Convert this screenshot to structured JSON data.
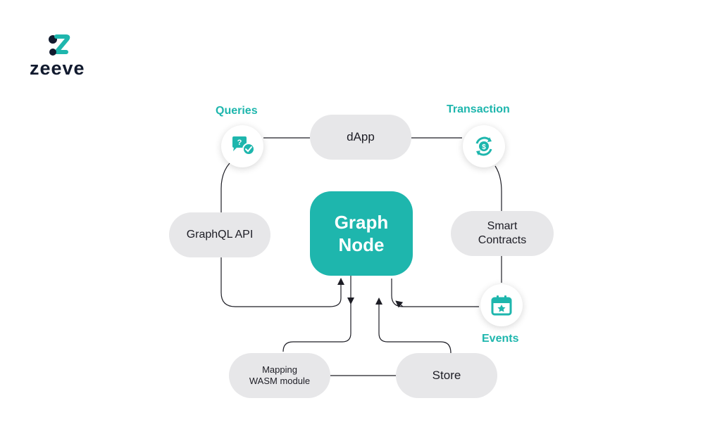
{
  "brand": {
    "name": "zeeve",
    "accent": "#1eb6ad",
    "dark": "#111a2e"
  },
  "diagram": {
    "center": {
      "line1": "Graph",
      "line2": "Node"
    },
    "nodes": {
      "dapp": "dApp",
      "graphql": "GraphQL API",
      "smart_line1": "Smart",
      "smart_line2": "Contracts",
      "mapping_line1": "Mapping",
      "mapping_line2": "WASM module",
      "store": "Store"
    },
    "labels": {
      "queries": "Queries",
      "transaction": "Transaction",
      "events": "Events"
    },
    "icons": {
      "queries": "chat-question-check-icon",
      "transaction": "dollar-cycle-icon",
      "events": "calendar-star-icon"
    }
  }
}
